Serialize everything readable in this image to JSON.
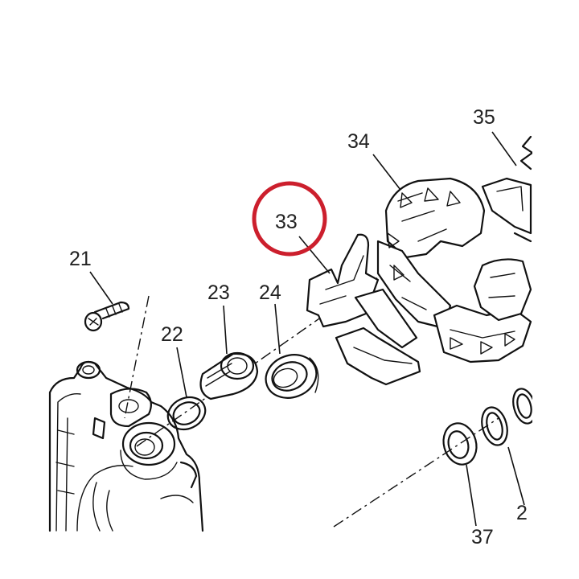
{
  "parts": [
    {
      "id": "21",
      "label": "21",
      "description": "screw"
    },
    {
      "id": "22",
      "label": "22",
      "description": "o-ring"
    },
    {
      "id": "23",
      "label": "23",
      "description": "bushing"
    },
    {
      "id": "24",
      "label": "24",
      "description": "seal"
    },
    {
      "id": "33",
      "label": "33",
      "highlighted": true,
      "description": "damper segment"
    },
    {
      "id": "34",
      "label": "34",
      "description": "cush drive rubber"
    },
    {
      "id": "35",
      "label": "35",
      "description": "sprocket carrier"
    },
    {
      "id": "37",
      "label": "37",
      "description": "seal"
    },
    {
      "id": "2x",
      "label": "2",
      "description": "o-ring"
    }
  ],
  "highlight_color": "#cc1f2d",
  "line_color": "#111111"
}
